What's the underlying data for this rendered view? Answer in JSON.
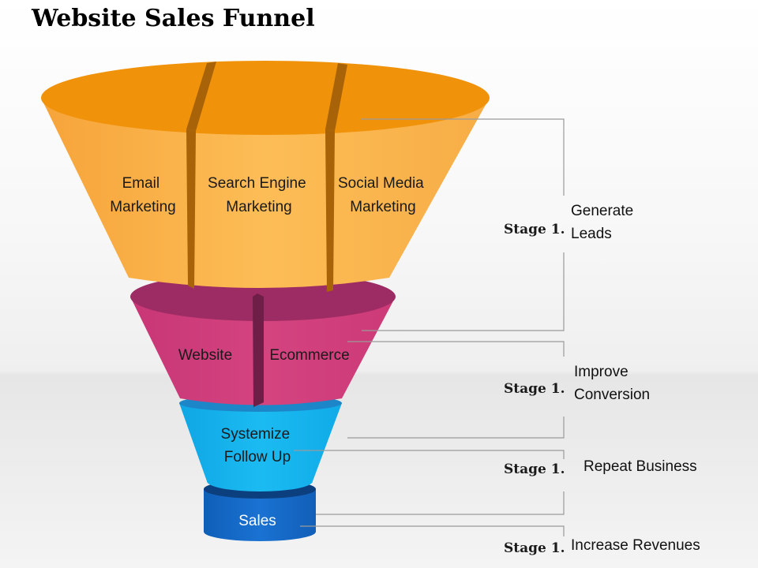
{
  "title": "Website Sales Funnel",
  "funnel": {
    "level1": {
      "segments": [
        {
          "lines": [
            "Email",
            "Marketing"
          ]
        },
        {
          "lines": [
            "Search Engine",
            "Marketing"
          ]
        },
        {
          "lines": [
            "Social Media",
            "Marketing"
          ]
        }
      ]
    },
    "level2": {
      "segments": [
        {
          "lines": [
            "Website"
          ]
        },
        {
          "lines": [
            "Ecommerce"
          ]
        }
      ]
    },
    "level3": {
      "lines": [
        "Systemize",
        "Follow Up"
      ]
    },
    "level4": {
      "lines": [
        "Sales"
      ]
    }
  },
  "stages": [
    {
      "label": "Stage 1.",
      "description": [
        "Generate",
        "Leads"
      ]
    },
    {
      "label": "Stage 1.",
      "description": [
        "Improve",
        "Conversion"
      ]
    },
    {
      "label": "Stage 1.",
      "description": [
        "Repeat  Business"
      ]
    },
    {
      "label": "Stage 1.",
      "description": [
        "Increase  Revenues"
      ]
    }
  ],
  "colors": {
    "orange_top": "#F0920A",
    "orange_side": "#FBB84E",
    "orange_divider": "#A86208",
    "magenta_top": "#9E2C64",
    "magenta_side": "#CF3F7E",
    "cyan_top": "#1C86C8",
    "cyan_side": "#12B2EE",
    "blue_top": "#0C3F7E",
    "blue_side": "#1467C4"
  }
}
